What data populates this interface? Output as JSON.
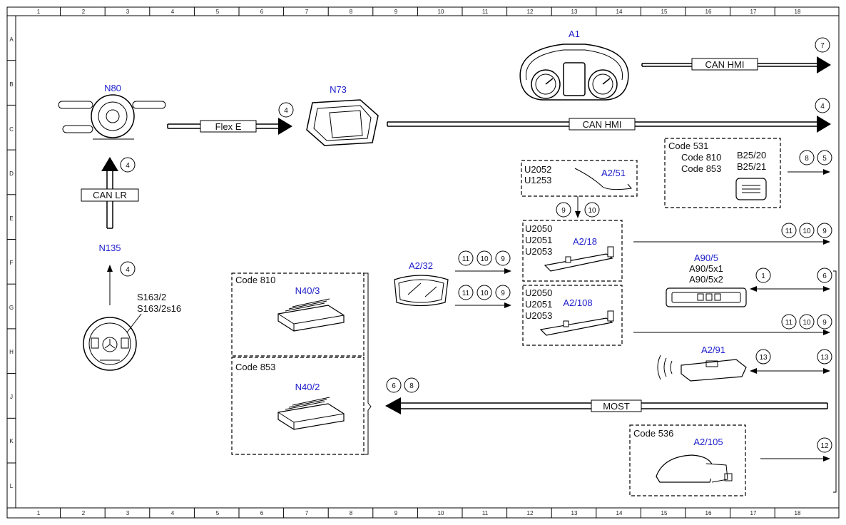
{
  "grid": {
    "columns": [
      "1",
      "2",
      "3",
      "4",
      "5",
      "6",
      "7",
      "8",
      "9",
      "10",
      "11",
      "12",
      "13",
      "14",
      "15",
      "16",
      "17",
      "18"
    ],
    "rows": [
      "A",
      "B",
      "C",
      "D",
      "E",
      "F",
      "G",
      "H",
      "J",
      "K",
      "L"
    ]
  },
  "components": {
    "a1": "A1",
    "n80": "N80",
    "n73": "N73",
    "n135": "N135",
    "s163_2": "S163/2",
    "s163_2s16": "S163/2s16",
    "n40_3": "N40/3",
    "n40_2": "N40/2",
    "a2_32": "A2/32",
    "a2_51": "A2/51",
    "a2_18": "A2/18",
    "a2_108": "A2/108",
    "a90_5": "A90/5",
    "a90_5x1": "A90/5x1",
    "a90_5x2": "A90/5x2",
    "a2_91": "A2/91",
    "a2_105": "A2/105",
    "b25_20": "B25/20",
    "b25_21": "B25/21"
  },
  "codes": {
    "code531": "Code 531",
    "code810": "Code 810",
    "code853": "Code 853",
    "code536": "Code 536"
  },
  "fault_codes": {
    "u2052": "U2052",
    "u1253": "U1253",
    "u2050": "U2050",
    "u2051": "U2051",
    "u2053": "U2053"
  },
  "buses": {
    "can_hmi": "CAN HMI",
    "flex_e": "Flex E",
    "can_lr": "CAN LR",
    "most": "MOST"
  },
  "refs": {
    "r1": "1",
    "r4": "4",
    "r5": "5",
    "r6": "6",
    "r7": "7",
    "r8": "8",
    "r9": "9",
    "r10": "10",
    "r11": "11",
    "r12": "12",
    "r13": "13"
  },
  "colors": {
    "component_label": "#1d1dcc",
    "line": "#000000"
  }
}
